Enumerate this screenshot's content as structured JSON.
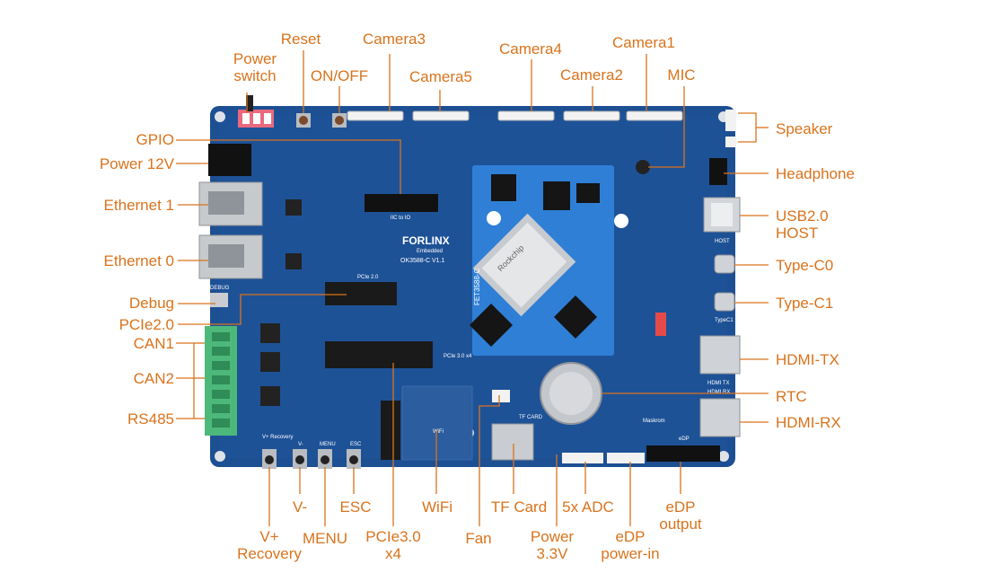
{
  "board": {
    "brand": "FORLINX",
    "brand_sub": "Embedded",
    "model": "OK3588-C V1.1",
    "som_label": "FET3588-C",
    "chip_label": "Rockchip",
    "silk": {
      "pcie2": "PCIe 2.0",
      "pcie3": "PCIe 3.0 x4",
      "tf": "TF CARD",
      "debug": "DEBUG",
      "host": "HOST",
      "typec1": "TypeC1",
      "hdmitx": "HDMI TX",
      "hdmirx": "HDMI RX",
      "edp": "eDP",
      "recovery": "V+ Recovery",
      "vminus": "V-",
      "menu": "MENU",
      "esc": "ESC",
      "wifi": "WiFi",
      "iic": "IIC to IO",
      "maskrom": "Maskrom"
    }
  },
  "labels": {
    "power_switch": "Power\nswitch",
    "reset": "Reset",
    "on_off": "ON/OFF",
    "camera3": "Camera3",
    "camera5": "Camera5",
    "camera4": "Camera4",
    "camera2": "Camera2",
    "camera1": "Camera1",
    "mic": "MIC",
    "gpio": "GPIO",
    "power_12v": "Power 12V",
    "ethernet1": "Ethernet 1",
    "ethernet0": "Ethernet 0",
    "debug": "Debug",
    "pcie20": "PCIe2.0",
    "can1": "CAN1",
    "can2": "CAN2",
    "rs485": "RS485",
    "speaker": "Speaker",
    "headphone": "Headphone",
    "usb_host": "USB2.0\nHOST",
    "typec0": "Type-C0",
    "typec1": "Type-C1",
    "hdmi_tx": "HDMI-TX",
    "rtc": "RTC",
    "hdmi_rx": "HDMI-RX",
    "v_plus_recovery": "V+\nRecovery",
    "v_minus": "V-",
    "menu": "MENU",
    "esc": "ESC",
    "pcie30": "PCIe3.0\nx4",
    "wifi": "WiFi",
    "fan": "Fan",
    "tf_card": "TF Card",
    "power_33v": "Power\n3.3V",
    "adc": "5x ADC",
    "edp_power_in": "eDP\npower-in",
    "edp_output": "eDP\noutput"
  },
  "colors": {
    "label": "#d9731c",
    "pcb": "#1d4f93",
    "pcb_dark": "#163f78",
    "som": "#2f7fd6",
    "terminal": "#4cb879",
    "metal": "#c9ccd0",
    "slot": "#1a1a1a"
  }
}
